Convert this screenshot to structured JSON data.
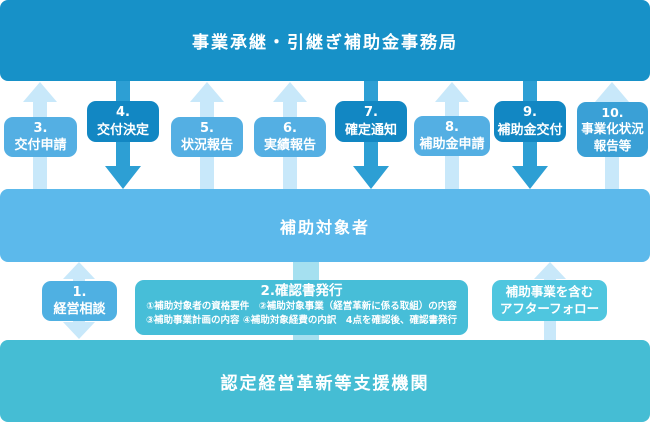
{
  "office_bar": {
    "title": "事業承継・引継ぎ補助金事務局"
  },
  "target_bar": {
    "title": "補助対象者"
  },
  "support_bar": {
    "title": "認定経営革新等支援機関"
  },
  "flow_top": [
    {
      "id": "3",
      "label": "3.\n交付申請",
      "direction": "up"
    },
    {
      "id": "4",
      "label": "4.\n交付決定",
      "direction": "down"
    },
    {
      "id": "5",
      "label": "5.\n状況報告",
      "direction": "up"
    },
    {
      "id": "6",
      "label": "6.\n実績報告",
      "direction": "up"
    },
    {
      "id": "7",
      "label": "7.\n確定通知",
      "direction": "down"
    },
    {
      "id": "8",
      "label": "8.\n補助金申請",
      "direction": "up"
    },
    {
      "id": "9",
      "label": "9.\n補助金交付",
      "direction": "down"
    },
    {
      "id": "10",
      "label": "10.\n事業化状況\n報告等",
      "direction": "up"
    }
  ],
  "flow_bottom": {
    "consult_box": {
      "label": "1.\n経営相談",
      "direction": "both"
    },
    "confirm_box": {
      "title": "2.確認書発行",
      "line1": "①補助対象者の資格要件　②補助対象事業（経営革新に係る取組）の内容",
      "line2": "③補助事業計画の内容 ④補助対象経費の内訳　4点を確認後、確認書発行"
    },
    "followup_box": {
      "label": "補助事業を含む\nアフターフォロー",
      "direction": "up"
    }
  },
  "colors": {
    "office_bar": "#1791c8",
    "target_bar": "#5cb9eb",
    "support_bar": "#45bdd4",
    "box_light": "#54afe3",
    "box_dark": "#1287c3",
    "box_medium": "#3aa0d6",
    "consult_box": "#4fb0e2",
    "confirm_box": "#47bed8",
    "followup_box": "#4fc6df",
    "arrow_up": "#c8e8fa",
    "arrow_down": "#2d9fd4",
    "connector_stub": "#a5e0f0",
    "text": "#ffffff"
  }
}
